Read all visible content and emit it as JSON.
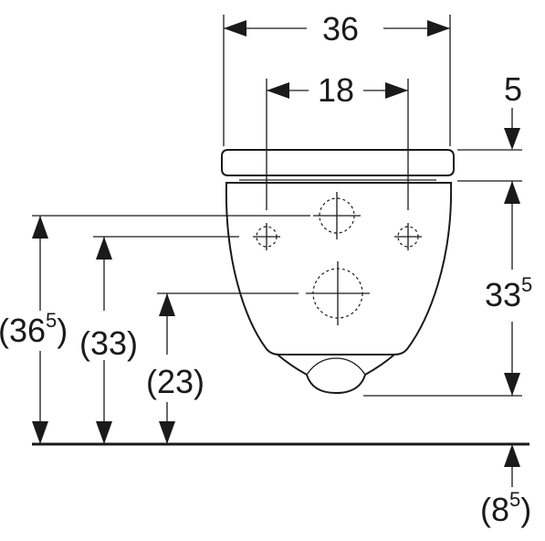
{
  "dimensions": {
    "overall_width": "36",
    "fixing_spacing": "18",
    "seat_thickness": "5",
    "bowl_height_main": "33",
    "bowl_height_sup": "5",
    "upper_hole_main": "(36",
    "upper_hole_sup": "5",
    "upper_hole_close": ")",
    "side_hole": "(33)",
    "outlet": "(23)",
    "below_floor_main": "(8",
    "below_floor_sup": "5",
    "below_floor_close": ")"
  },
  "colors": {
    "line": "#1a1a1a",
    "background": "#ffffff"
  }
}
